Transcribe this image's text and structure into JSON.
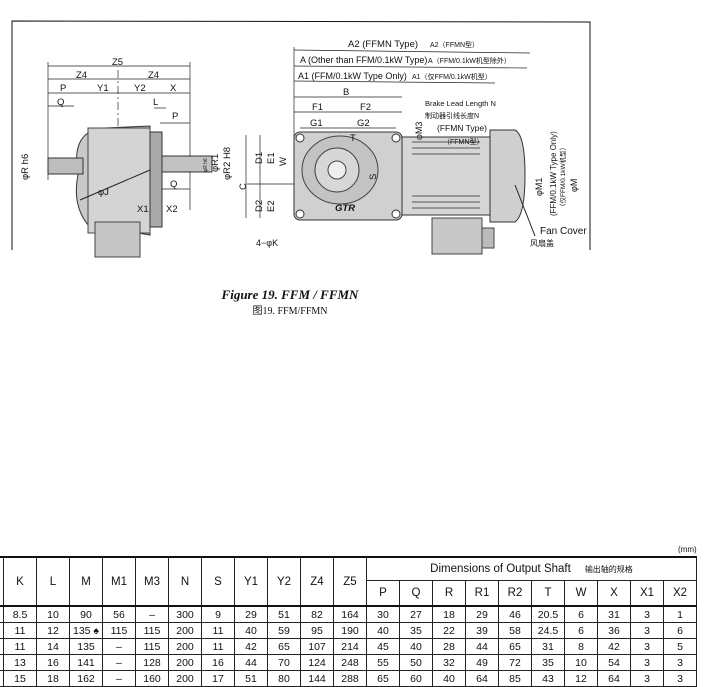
{
  "figure": {
    "caption": "Figure 19. FFM / FFMN",
    "caption_cn": "图19. FFM/FFMN",
    "side_view_labels": {
      "z5": "Z5",
      "z4_left": "Z4",
      "z4_right": "Z4",
      "p_left": "P",
      "y1": "Y1",
      "y2": "Y2",
      "x": "X",
      "q_left": "Q",
      "l": "L",
      "p_right": "P",
      "r_h6": "φR h6",
      "j": "φJ",
      "r1_small": "φR h6",
      "r1": "φR1",
      "r2_h8": "φR2 H8",
      "q_right": "Q",
      "x1": "X1",
      "x2": "X2"
    },
    "front_view_labels": {
      "a2": "A2 (FFMN Type)",
      "a2_cn": "A2（FFMN型）",
      "a": "A (Other than FFM/0.1kW Type)",
      "a_cn": "A（FFM/0.1kW机型除外）",
      "a1": "A1 (FFM/0.1kW Type Only)",
      "a1_cn": "A1（仅FFM/0.1kW机型）",
      "b": "B",
      "f1": "F1",
      "f2": "F2",
      "g1": "G1",
      "g2": "G2",
      "t": "T",
      "c": "C",
      "d1": "D1",
      "e1": "E1",
      "w": "W",
      "s": "S",
      "d2": "D2",
      "e2": "E2",
      "k": "4−φK",
      "m3": "φM3",
      "logo": "GTR",
      "brake_lead": "Brake Lead Length N",
      "brake_lead_cn": "制动器引线长度N",
      "ffmn_type": "(FFMN Type)",
      "ffmn_type_cn": "（FFMN型）",
      "m1": "φM1",
      "m1_note": "(FFM/0.1kW Type Only)",
      "m1_note_cn": "（仅FFM/0.1kW机型）",
      "m": "φM",
      "fan_cover": "Fan Cover",
      "fan_cover_cn": "风扇盖"
    }
  },
  "table": {
    "unit": "(mm)",
    "shaft_group_title": "Dimensions of Output Shaft",
    "shaft_group_title_cn": "输出轴的规格",
    "main_headers": [
      "K",
      "L",
      "M",
      "M1",
      "M3",
      "N",
      "S",
      "Y1",
      "Y2",
      "Z4",
      "Z5"
    ],
    "shaft_headers": [
      "P",
      "Q",
      "R",
      "R1",
      "R2",
      "T",
      "W",
      "X",
      "X1",
      "X2"
    ],
    "rows": [
      [
        "8.5",
        "10",
        "90",
        "56",
        "–",
        "300",
        "9",
        "29",
        "51",
        "82",
        "164",
        "30",
        "27",
        "18",
        "29",
        "46",
        "20.5",
        "6",
        "31",
        "3",
        "1"
      ],
      [
        "11",
        "12",
        "135 ♠",
        "115",
        "115",
        "200",
        "11",
        "40",
        "59",
        "95",
        "190",
        "40",
        "35",
        "22",
        "39",
        "58",
        "24.5",
        "6",
        "36",
        "3",
        "6"
      ],
      [
        "11",
        "14",
        "135",
        "–",
        "115",
        "200",
        "11",
        "42",
        "65",
        "107",
        "214",
        "45",
        "40",
        "28",
        "44",
        "65",
        "31",
        "8",
        "42",
        "3",
        "5"
      ],
      [
        "13",
        "16",
        "141",
        "–",
        "128",
        "200",
        "16",
        "44",
        "70",
        "124",
        "248",
        "55",
        "50",
        "32",
        "49",
        "72",
        "35",
        "10",
        "54",
        "3",
        "3"
      ],
      [
        "15",
        "18",
        "162",
        "–",
        "160",
        "200",
        "17",
        "51",
        "80",
        "144",
        "288",
        "65",
        "60",
        "40",
        "64",
        "85",
        "43",
        "12",
        "64",
        "3",
        "3"
      ]
    ]
  }
}
